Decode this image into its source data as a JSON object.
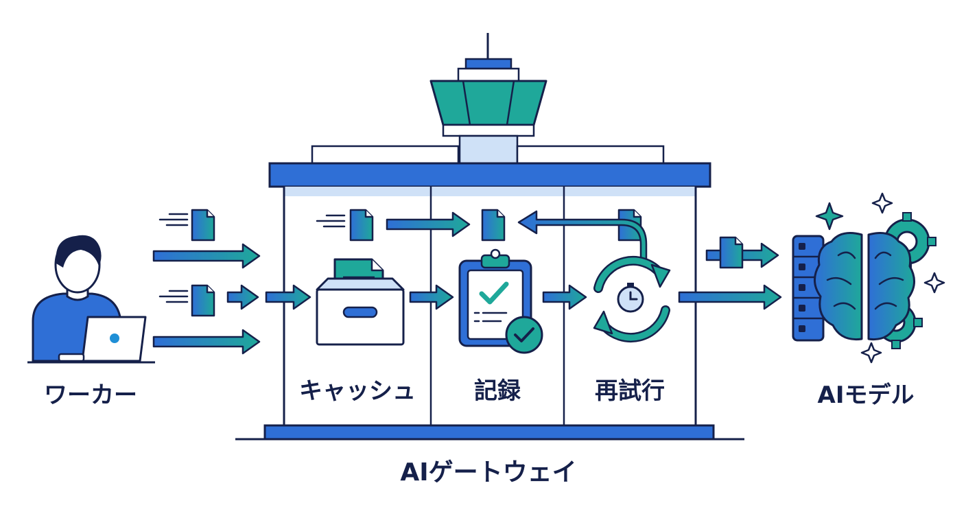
{
  "labels": {
    "worker": "ワーカー",
    "cache": "キャッシュ",
    "log": "記録",
    "retry": "再試行",
    "ai_model": "AIモデル",
    "gateway": "AIゲートウェイ"
  },
  "icons": {
    "worker": "person-with-laptop-icon",
    "document": "document-icon",
    "cache": "file-box-icon",
    "log": "clipboard-check-icon",
    "retry": "retry-timer-icon",
    "tower": "control-tower-icon",
    "ai_model": "server-brain-gear-icon"
  },
  "colors": {
    "navy": "#15204a",
    "blue": "#2f6fd6",
    "teal": "#1fa89a",
    "light_blue": "#cfe1f7",
    "paper": "#ffffff"
  }
}
